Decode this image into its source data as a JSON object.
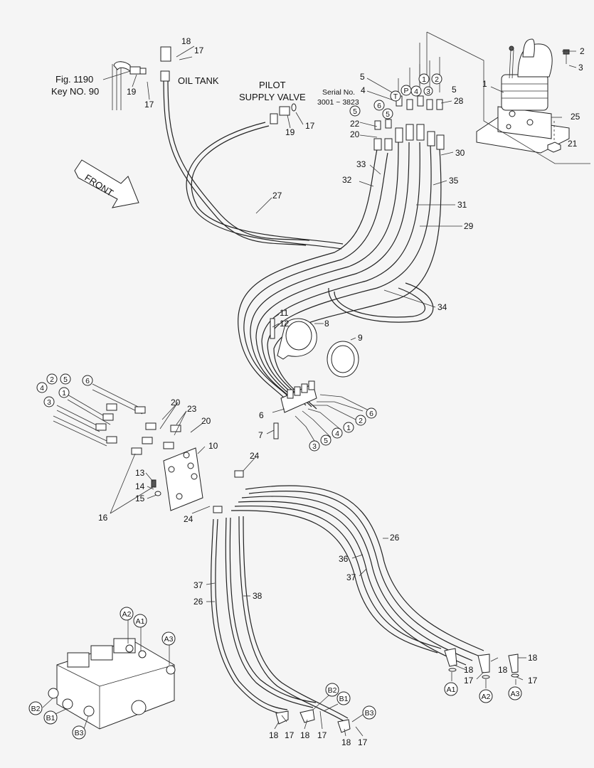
{
  "refs": {
    "fig": "Fig. 1190",
    "key": "Key NO. 90",
    "oil_tank": "OIL TANK",
    "pilot_line1": "PILOT",
    "pilot_line2": "SUPPLY VALVE",
    "serial_line1": "Serial No.",
    "serial_line2": "3001 ~ 3823",
    "front": "FRONT"
  },
  "callouts": {
    "c1": "1",
    "c2": "2",
    "c3": "3",
    "c4": "4",
    "c5": "5",
    "c6": "6",
    "c7": "7",
    "c8": "8",
    "c9": "9",
    "c10": "10",
    "c11": "11",
    "c12": "12",
    "c13": "13",
    "c14": "14",
    "c15": "15",
    "c16": "16",
    "c17": "17",
    "c18": "18",
    "c19": "19",
    "c20": "20",
    "c21": "21",
    "c22": "22",
    "c23": "23",
    "c24": "24",
    "c25": "25",
    "c26": "26",
    "c27": "27",
    "c28": "28",
    "c29": "29",
    "c30": "30",
    "c31": "31",
    "c32": "32",
    "c33": "33",
    "c34": "34",
    "c35": "35",
    "c36": "36",
    "c37": "37",
    "c38": "38",
    "cP": "P",
    "cT": "T",
    "A1": "A1",
    "A2": "A2",
    "A3": "A3",
    "B1": "B1",
    "B2": "B2",
    "B3": "B3"
  }
}
